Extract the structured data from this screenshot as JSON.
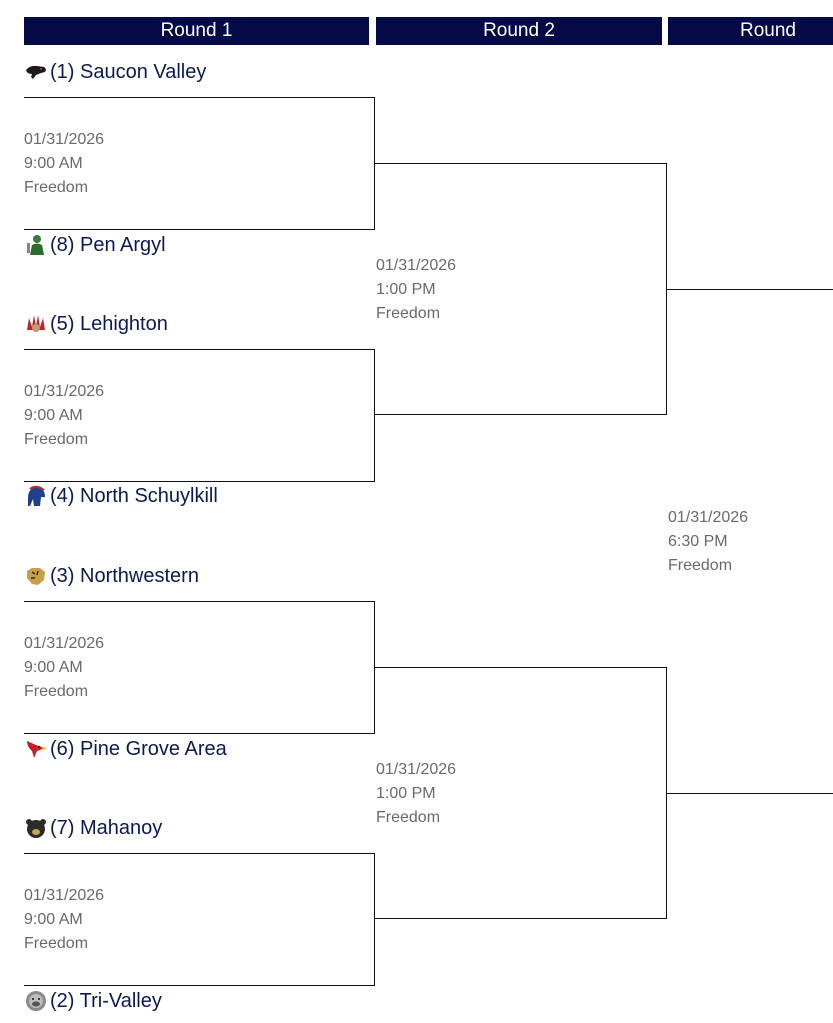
{
  "rounds": [
    "Round 1",
    "Round 2",
    "Round"
  ],
  "teams": [
    {
      "label": "(1) Saucon Valley",
      "icon": "panther-icon"
    },
    {
      "label": "(8) Pen Argyl",
      "icon": "green-knight-icon"
    },
    {
      "label": "(5) Lehighton",
      "icon": "indian-headdress-icon"
    },
    {
      "label": "(4) North Schuylkill",
      "icon": "spartan-helmet-icon"
    },
    {
      "label": "(3) Northwestern",
      "icon": "tiger-icon"
    },
    {
      "label": "(6) Pine Grove Area",
      "icon": "cardinal-icon"
    },
    {
      "label": "(7) Mahanoy",
      "icon": "bear-icon"
    },
    {
      "label": "(2) Tri-Valley",
      "icon": "bulldog-icon"
    }
  ],
  "round1_games": [
    {
      "date": "01/31/2026",
      "time": "9:00 AM",
      "venue": "Freedom"
    },
    {
      "date": "01/31/2026",
      "time": "9:00 AM",
      "venue": "Freedom"
    },
    {
      "date": "01/31/2026",
      "time": "9:00 AM",
      "venue": "Freedom"
    },
    {
      "date": "01/31/2026",
      "time": "9:00 AM",
      "venue": "Freedom"
    }
  ],
  "round2_games": [
    {
      "date": "01/31/2026",
      "time": "1:00 PM",
      "venue": "Freedom"
    },
    {
      "date": "01/31/2026",
      "time": "1:00 PM",
      "venue": "Freedom"
    }
  ],
  "round3_games": [
    {
      "date": "01/31/2026",
      "time": "6:30 PM",
      "venue": "Freedom"
    }
  ],
  "colors": {
    "header_bg": "#030a45",
    "header_text": "#ffffff",
    "team_text": "#0b1a52",
    "game_text": "#6a6a6a"
  }
}
